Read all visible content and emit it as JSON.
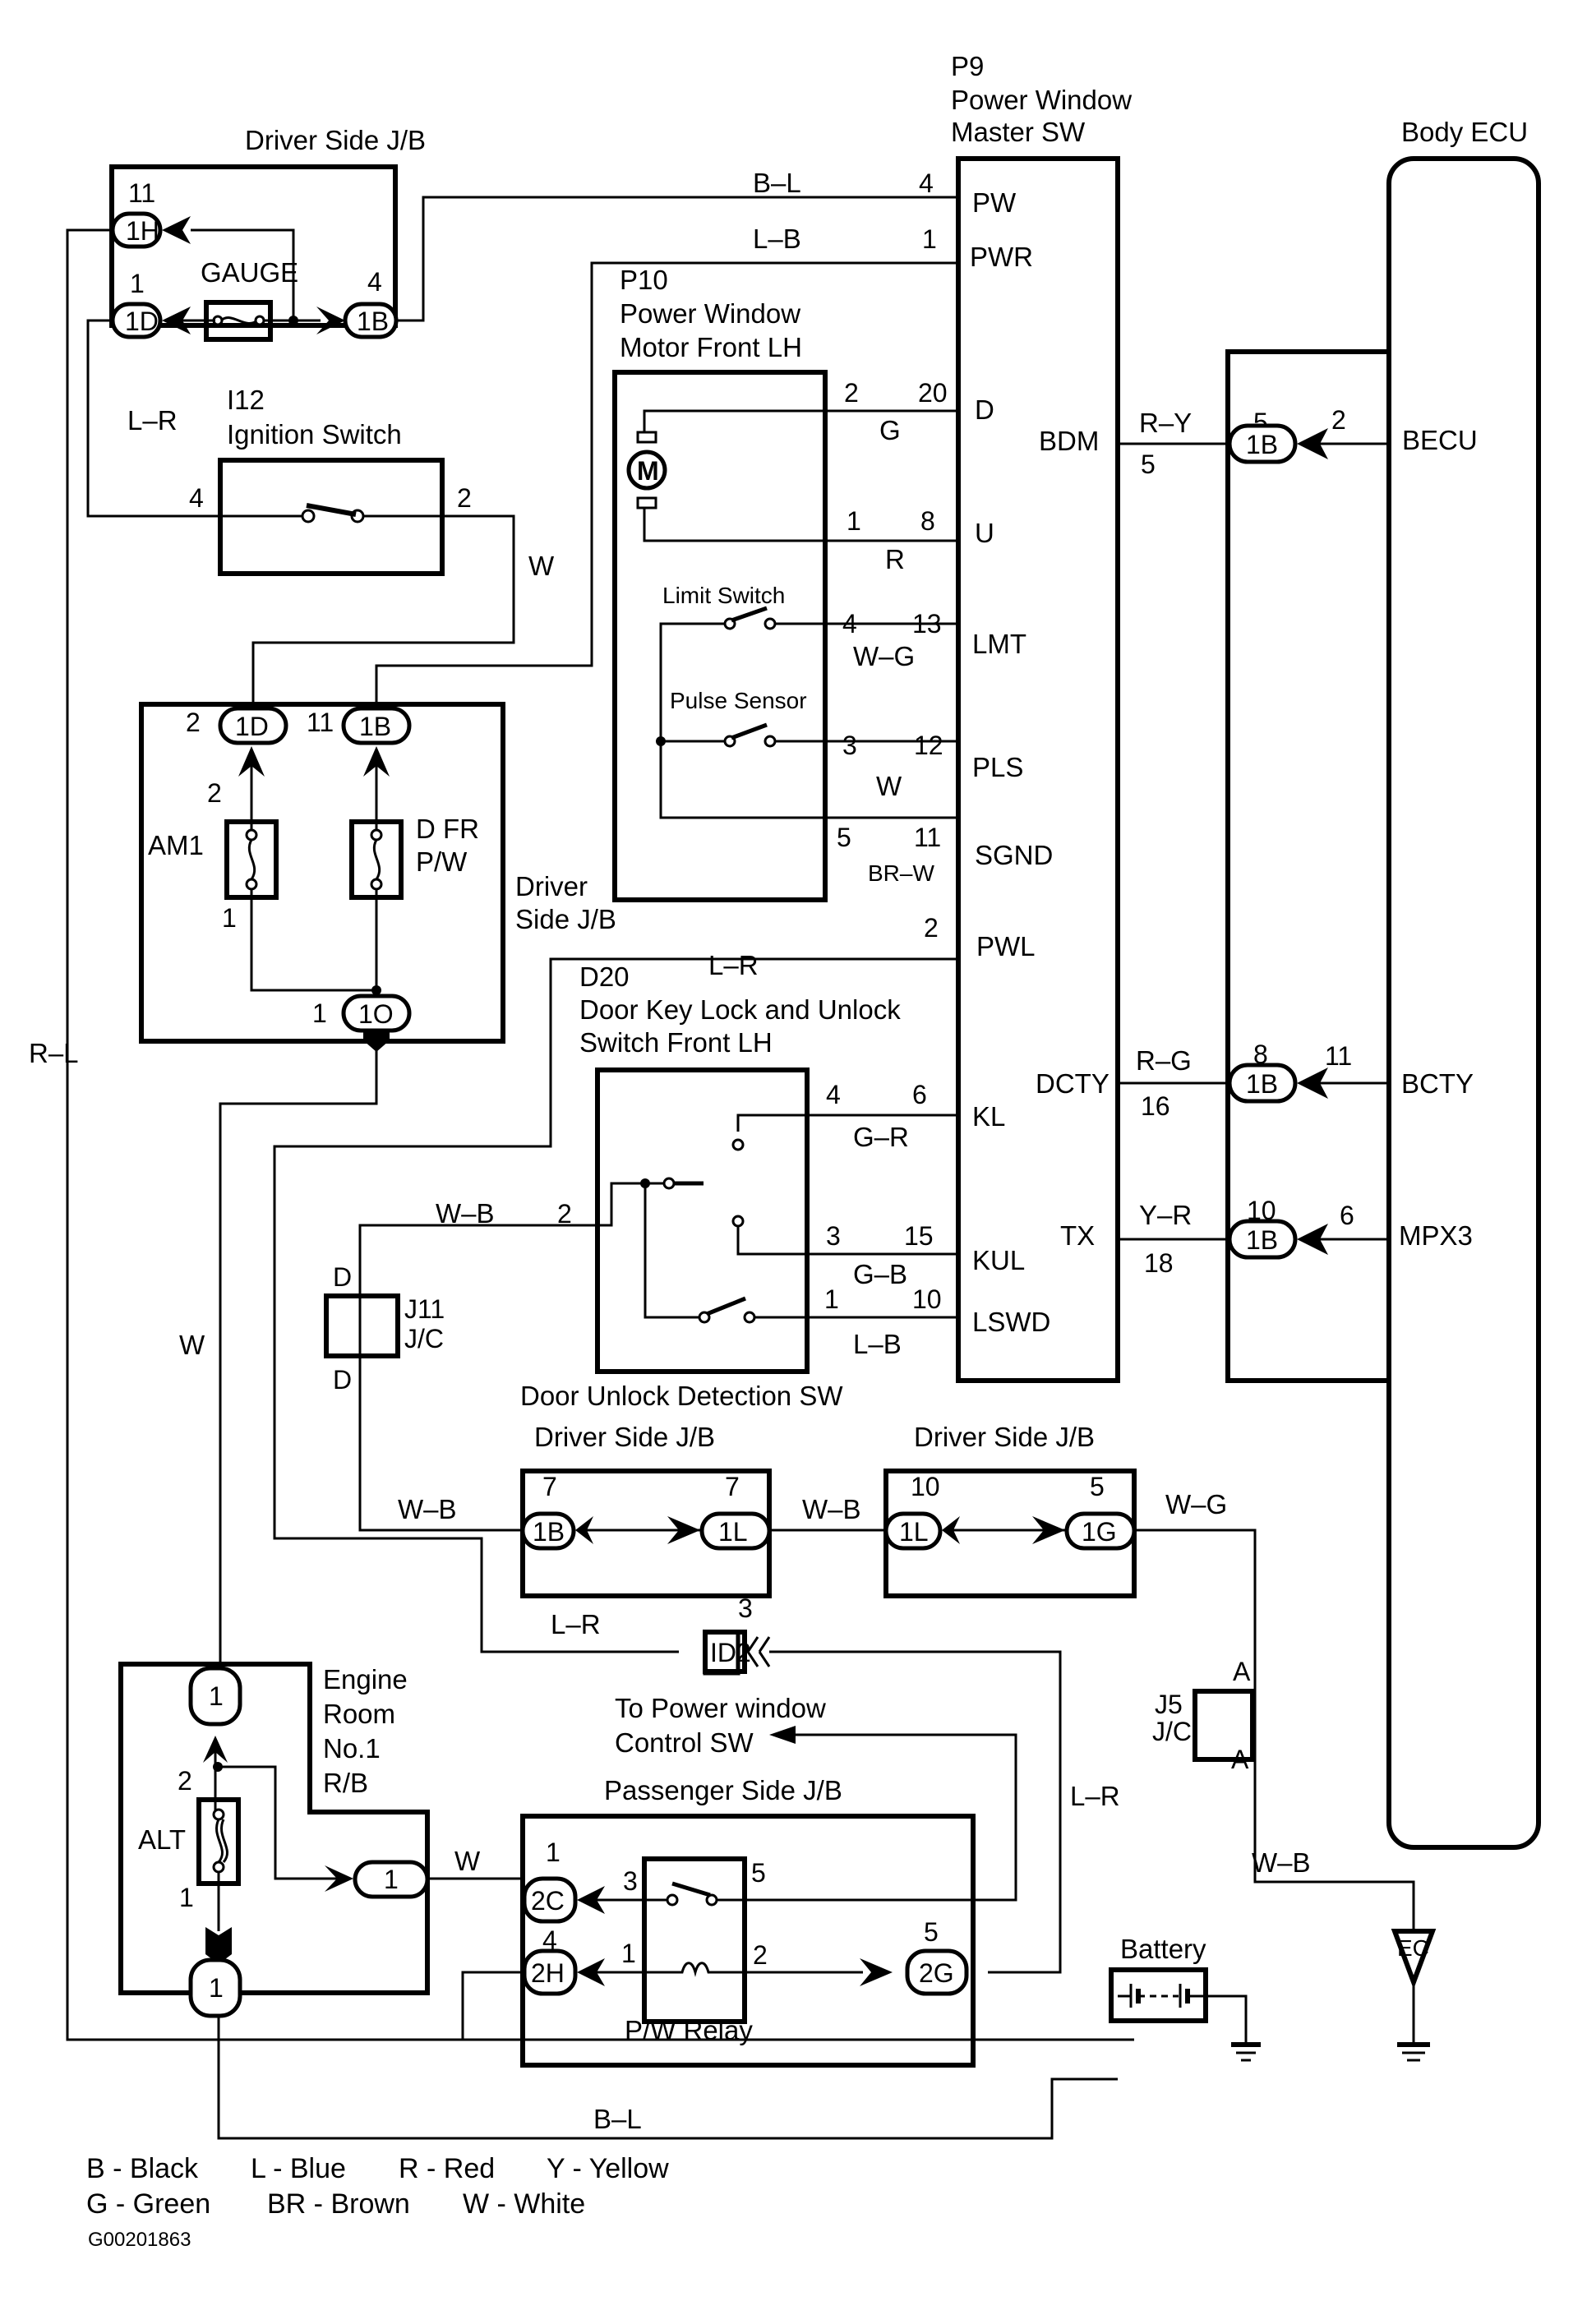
{
  "diagram_code": "G00201863",
  "components": {
    "driver_jb_top": {
      "title": "Driver Side J/B",
      "fuse": "GAUGE",
      "conn_1h": "1H",
      "pin_1h": "11",
      "conn_1d": "1D",
      "pin_1d": "1",
      "conn_1b": "1B",
      "pin_1b": "4"
    },
    "ignition": {
      "id": "I12",
      "title": "Ignition Switch",
      "pin_left": "4",
      "pin_right": "2"
    },
    "master_sw": {
      "id": "P9",
      "title_line1": "Power Window",
      "title_line2": "Master SW",
      "terminals": {
        "pw": "PW",
        "pwr": "PWR",
        "d": "D",
        "u": "U",
        "lmt": "LMT",
        "pls": "PLS",
        "sgnd": "SGND",
        "pwl": "PWL",
        "kl": "KL",
        "kul": "KUL",
        "lswd": "LSWD",
        "bdm": "BDM",
        "dcty": "DCTY",
        "tx": "TX"
      },
      "pins": {
        "pw": "4",
        "pwr": "1",
        "d": "20",
        "u": "8",
        "lmt": "13",
        "pls": "12",
        "sgnd": "11",
        "pwl": "2",
        "kl": "6",
        "kul": "15",
        "lswd": "10",
        "bdm": "5",
        "dcty": "16",
        "tx": "18"
      }
    },
    "motor": {
      "id": "P10",
      "title_line1": "Power Window",
      "title_line2": "Motor Front LH",
      "motor_symbol": "M",
      "limit_switch": "Limit Switch",
      "pulse_sensor": "Pulse Sensor",
      "pins": {
        "d": "2",
        "u": "1",
        "lmt": "4",
        "pls": "3",
        "sgnd": "5"
      }
    },
    "driver_jb_fuses": {
      "label_line1": "Driver",
      "label_line2": "Side J/B",
      "conn_1d": "1D",
      "pin_1d": "2",
      "conn_1b": "1B",
      "pin_1b": "11",
      "fuse_am1": "AM1",
      "fuse_am1_pin_top": "2",
      "fuse_am1_pin_bottom": "1",
      "fuse_dfr_line1": "D FR",
      "fuse_dfr_line2": "P/W",
      "conn_1o": "1O",
      "pin_1o": "1"
    },
    "door_key_switch": {
      "id": "D20",
      "title_line1": "Door Key Lock and Unlock",
      "title_line2": "Switch Front LH",
      "pin_wb": "2",
      "pin_kl": "4",
      "pin_kul": "3",
      "pin_lswd": "1"
    },
    "door_unlock_detection": {
      "title": "Door Unlock Detection SW"
    },
    "j11": {
      "id": "J11",
      "type": "J/C",
      "term_top": "D",
      "term_bottom": "D"
    },
    "driver_jb_a": {
      "title": "Driver Side J/B",
      "conn_left": "1B",
      "pin_left": "7",
      "conn_right": "1L",
      "pin_right": "7"
    },
    "driver_jb_b": {
      "title": "Driver Side J/B",
      "conn_left": "1L",
      "pin_left": "10",
      "conn_right": "1G",
      "pin_right": "5"
    },
    "id2": {
      "label": "ID2",
      "pin": "3"
    },
    "engine_rb": {
      "title_line1": "Engine",
      "title_line2": "Room",
      "title_line3": "No.1",
      "title_line4": "R/B",
      "fuse": "ALT",
      "fuse_pin_top": "2",
      "fuse_pin_bottom": "1",
      "conn_top": "1",
      "conn_mid": "1",
      "conn_bottom": "1"
    },
    "pass_jb": {
      "title": "Passenger Side J/B",
      "relay": "P/W Relay",
      "to_control_line1": "To Power window",
      "to_control_line2": "Control SW",
      "conn_2c": "2C",
      "pin_2c": "1",
      "conn_2h": "2H",
      "pin_2h": "4",
      "conn_2g": "2G",
      "pin_2g": "5",
      "relay_pin_3": "3",
      "relay_pin_5": "5",
      "relay_pin_1": "1",
      "relay_pin_2": "2"
    },
    "j5": {
      "id": "J5",
      "type": "J/C",
      "term_top": "A",
      "term_bottom": "A"
    },
    "battery": {
      "title": "Battery"
    },
    "ground": {
      "label": "EC"
    },
    "body_ecu": {
      "title": "Body ECU",
      "terminals": {
        "becu": "BECU",
        "bcty": "BCTY",
        "mpx3": "MPX3"
      },
      "conn": {
        "becu": "1B",
        "bcty": "1B",
        "mpx3": "1B"
      },
      "pins_left": {
        "becu": "5",
        "bcty": "8",
        "mpx3": "10"
      },
      "pins_right": {
        "becu": "2",
        "bcty": "11",
        "mpx3": "6"
      }
    }
  },
  "wires": {
    "pw": "B–L",
    "pwr": "L–B",
    "d": "G",
    "u": "R",
    "lmt": "W–G",
    "pls": "W",
    "sgnd": "BR–W",
    "pwl": "L–R",
    "kl": "G–R",
    "kul": "G–B",
    "lswd": "L–B",
    "d20_common": "W–B",
    "bdm": "R–Y",
    "dcty": "R–G",
    "tx": "Y–R",
    "ign_in": "L–R",
    "ign_out": "W",
    "left_main": "R–L",
    "w_down": "W",
    "j11_to_jb": "W–B",
    "jb_link": "W–B",
    "to_j5": "W–G",
    "id2": "L–R",
    "relay_feed": "L–R",
    "alt_out": "W",
    "j5_ground": "W–B",
    "battery": "B–L"
  },
  "legend": [
    {
      "code": "B",
      "color": "Black"
    },
    {
      "code": "L",
      "color": "Blue"
    },
    {
      "code": "R",
      "color": "Red"
    },
    {
      "code": "Y",
      "color": "Yellow"
    },
    {
      "code": "G",
      "color": "Green"
    },
    {
      "code": "BR",
      "color": "Brown"
    },
    {
      "code": "W",
      "color": "White"
    }
  ],
  "legend_text": {
    "row1": [
      "B - Black",
      "L - Blue",
      "R - Red",
      "Y - Yellow"
    ],
    "row2": [
      "G - Green",
      "BR - Brown",
      "W - White"
    ]
  }
}
